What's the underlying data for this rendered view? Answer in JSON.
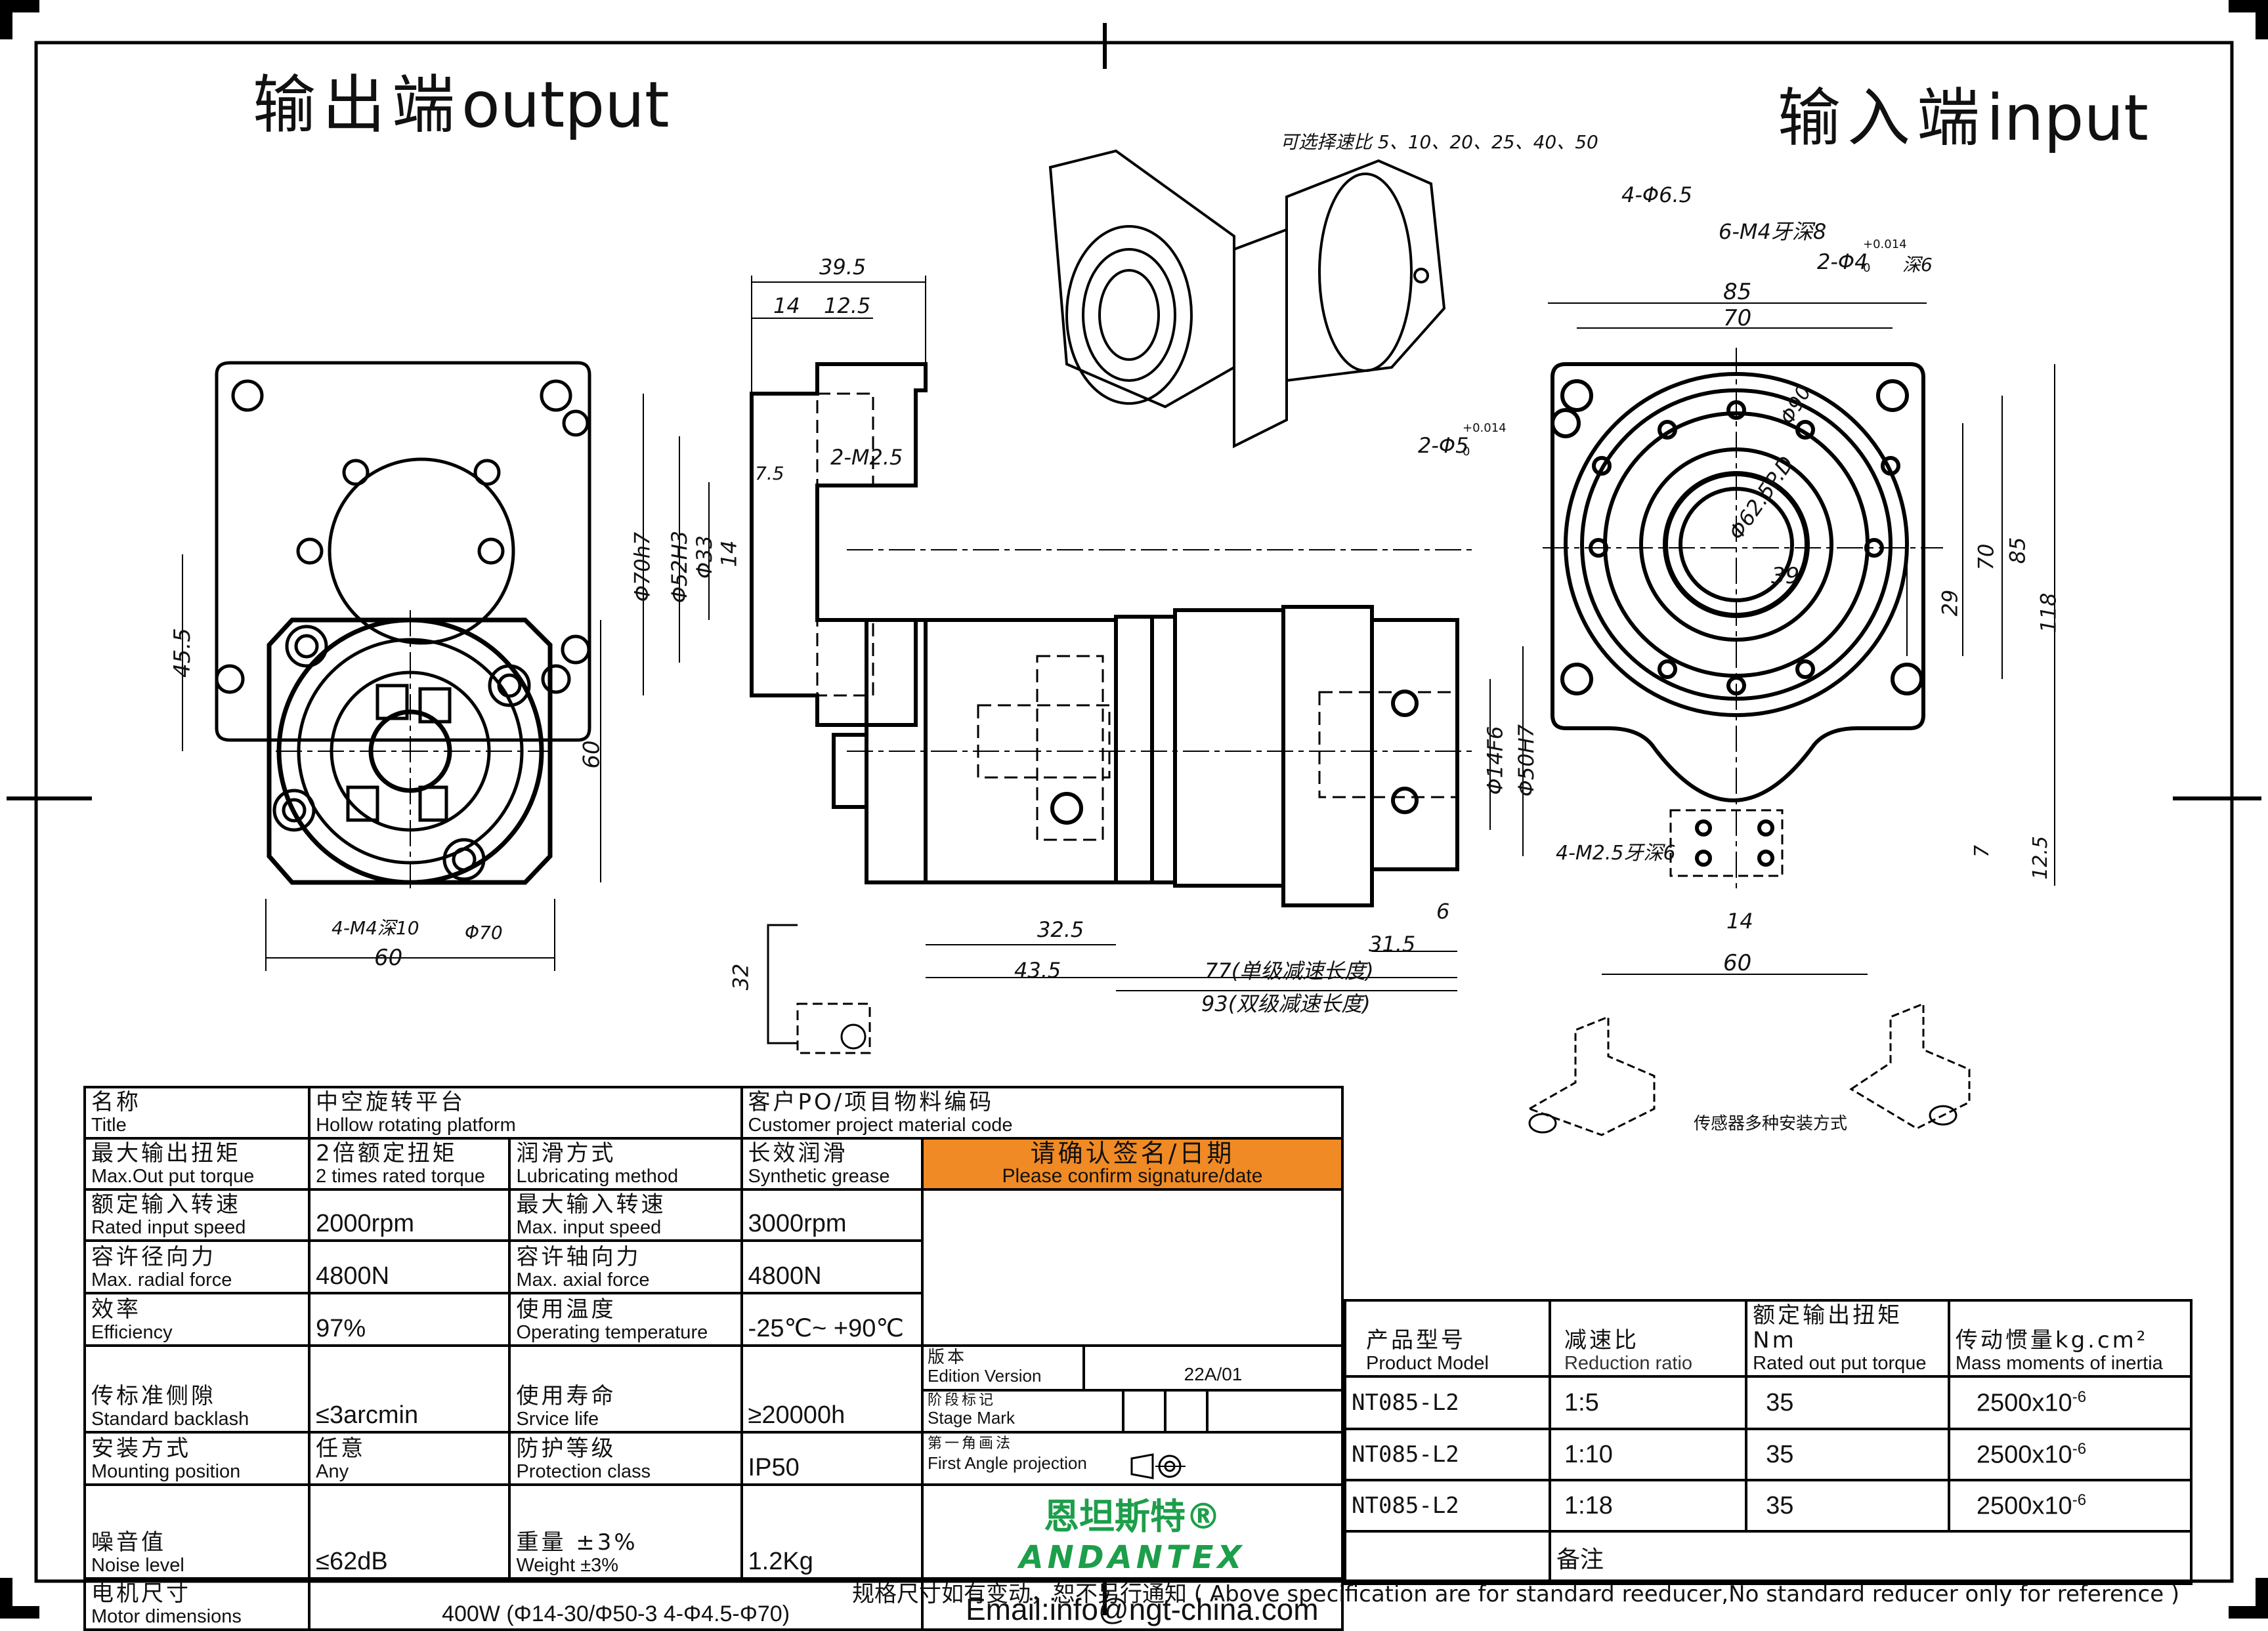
{
  "headings": {
    "output_cn": "输出端",
    "output_en": "output",
    "input_cn": "输入端",
    "input_en": "input"
  },
  "iso_note": "可选择速比 5、10、20、25、40、50",
  "dimensions": {
    "left_view": [
      "45.5",
      "60",
      "4-M4深10",
      "Φ70",
      "60"
    ],
    "side_view": [
      "39.5",
      "14",
      "12.5",
      "2-M2.5",
      "7.5",
      "Φ70h7",
      "Φ52H3",
      "Φ33",
      "14",
      "Φ14F6",
      "Φ50H7",
      "32.5",
      "43.5",
      "77(单级减速长度)",
      "93(双级减速长度)",
      "31.5",
      "6",
      "32"
    ],
    "right_view": [
      "4-Φ6.5",
      "6-M4牙深8",
      "2-Φ4",
      "+0.014",
      "0",
      "深6",
      "85",
      "70",
      "2-Φ5",
      "+0.014",
      "0",
      "Φ90",
      "Φ62.5P.D",
      "39",
      "70",
      "85",
      "29",
      "118",
      "4-M2.5牙深6",
      "7",
      "12.5",
      "14",
      "60"
    ]
  },
  "sensor_note": "传感器多种安装方式",
  "spec_table": {
    "title": {
      "cn": "名称",
      "en": "Title",
      "value_cn": "中空旋转平台",
      "value_en": "Hollow rotating platform"
    },
    "customer": {
      "cn": "客户PO/项目物料编码",
      "en": "Customer project material code"
    },
    "max_torque": {
      "cn": "最大输出扭矩",
      "en": "Max.Out put torque",
      "value_cn": "2倍额定扭矩",
      "value_en": "2 times rated torque"
    },
    "lubrication": {
      "cn": "润滑方式",
      "en": "Lubricating method",
      "value_cn": "长效润滑",
      "value_en": "Synthetic grease"
    },
    "confirm": {
      "cn": "请确认签名/日期",
      "en": "Please confirm signature/date"
    },
    "rated_speed": {
      "cn": "额定输入转速",
      "en": "Rated input speed",
      "value": "2000rpm"
    },
    "max_speed": {
      "cn": "最大输入转速",
      "en": "Max. input speed",
      "value": "3000rpm"
    },
    "radial_force": {
      "cn": "容许径向力",
      "en": "Max. radial force",
      "value": "4800N"
    },
    "axial_force": {
      "cn": "容许轴向力",
      "en": "Max. axial force",
      "value": "4800N"
    },
    "efficiency": {
      "cn": "效率",
      "en": "Efficiency",
      "value": "97%"
    },
    "temperature": {
      "cn": "使用温度",
      "en": "Operating temperature",
      "value": "-25℃~ +90℃"
    },
    "backlash": {
      "cn": "传标准侧隙",
      "en": "Standard backlash",
      "value": "≤3arcmin"
    },
    "life": {
      "cn": "使用寿命",
      "en": "Srvice life",
      "value": "≥20000h"
    },
    "mounting": {
      "cn": "安装方式",
      "en": "Mounting position",
      "value_cn": "任意",
      "value_en": "Any"
    },
    "protection": {
      "cn": "防护等级",
      "en": "Protection class",
      "value": "IP50"
    },
    "noise": {
      "cn": "噪音值",
      "en": "Noise level",
      "value": "≤62dB"
    },
    "weight": {
      "cn": "重量 ±3%",
      "en": "Weight ±3%",
      "value": "1.2Kg"
    },
    "motor": {
      "cn": "电机尺寸",
      "en": "Motor dimensions",
      "value": "400W (Φ14-30/Φ50-3 4-Φ4.5-Φ70)"
    },
    "edition": {
      "cn": "版本",
      "en": "Edition Version",
      "value": "22A/01"
    },
    "stage": {
      "cn": "阶段标记",
      "en": "Stage Mark"
    },
    "projection": {
      "cn": "第一角画法",
      "en": "First Angle projection"
    },
    "email": "Email:info@ngt-china.com",
    "remarks": "备注"
  },
  "logo": {
    "cn": "恩坦斯特",
    "reg": "®",
    "en": "ANDANTEX"
  },
  "products": {
    "headers": [
      {
        "cn": "产品型号",
        "en": "Product Model"
      },
      {
        "cn": "减速比",
        "en": "Reduction ratio"
      },
      {
        "cn": "额定输出扭矩Nm",
        "en": "Rated out put torque"
      },
      {
        "cn": "传动惯量kg.cm²",
        "en": "Mass moments of inertia"
      }
    ],
    "rows": [
      {
        "model": "NT085-L2",
        "ratio": "1:5",
        "torque": "35",
        "inertia": "2500x10",
        "exp": "-6"
      },
      {
        "model": "NT085-L2",
        "ratio": "1:10",
        "torque": "35",
        "inertia": "2500x10",
        "exp": "-6"
      },
      {
        "model": "NT085-L2",
        "ratio": "1:18",
        "torque": "35",
        "inertia": "2500x10",
        "exp": "-6"
      }
    ]
  },
  "footer": "规格尺寸如有变动，恕不另行通知 ( Above specification are for standard reeducer,No standard reducer only for reference )",
  "colors": {
    "accent_orange": "#f08a24",
    "logo_green": "#1d9e4a",
    "line": "#000000"
  }
}
